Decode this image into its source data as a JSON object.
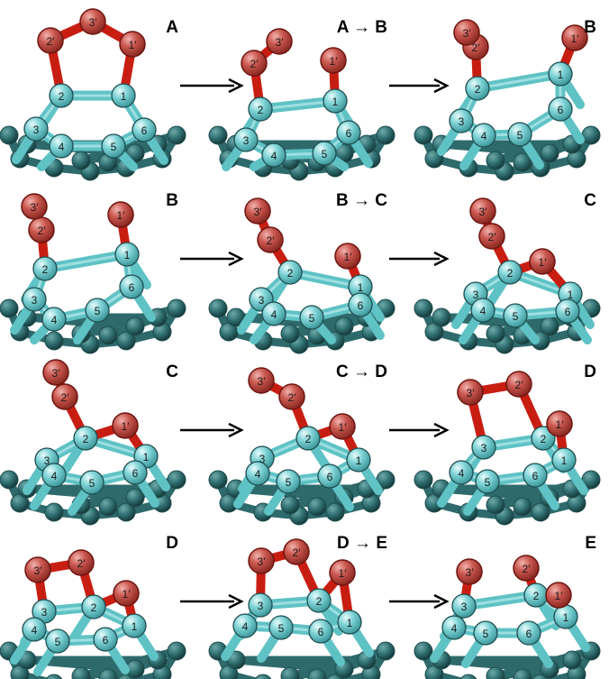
{
  "colors": {
    "carbon_fill": "#7fd3d6",
    "carbon_dark": "#2f6f71",
    "carbon_stroke": "#1f4d4f",
    "bond": "#5fc2c5",
    "bond_dark": "#2e6a6c",
    "oxygen_fill": "#c9574f",
    "oxygen_stroke": "#6e1510",
    "o_bond": "#c81e12",
    "arrow": "#000000"
  },
  "rows": [
    {
      "panels": [
        {
          "label": "A",
          "atoms": [
            "1",
            "2",
            "3",
            "4",
            "5",
            "6"
          ],
          "oxygens": [
            "1′",
            "2′",
            "3′"
          ]
        },
        {
          "label": "A → B",
          "atoms": [
            "1",
            "2",
            "3",
            "4",
            "5",
            "6"
          ],
          "oxygens": [
            "1′",
            "2′",
            "3′"
          ]
        },
        {
          "label": "B",
          "atoms": [
            "1",
            "2",
            "3",
            "4",
            "5",
            "6"
          ],
          "oxygens": [
            "1′",
            "2′",
            "3′"
          ]
        }
      ]
    },
    {
      "panels": [
        {
          "label": "B",
          "atoms": [
            "1",
            "2",
            "3",
            "4",
            "5",
            "6"
          ],
          "oxygens": [
            "1′",
            "2′",
            "3′"
          ]
        },
        {
          "label": "B → C",
          "atoms": [
            "1",
            "2",
            "3",
            "4",
            "5",
            "6"
          ],
          "oxygens": [
            "1′",
            "2′",
            "3′"
          ]
        },
        {
          "label": "C",
          "atoms": [
            "1",
            "2",
            "3",
            "4",
            "5",
            "6"
          ],
          "oxygens": [
            "1′",
            "2′",
            "3′"
          ]
        }
      ]
    },
    {
      "panels": [
        {
          "label": "C",
          "atoms": [
            "1",
            "2",
            "3",
            "4",
            "5",
            "6"
          ],
          "oxygens": [
            "1′",
            "2′",
            "3′"
          ]
        },
        {
          "label": "C → D",
          "atoms": [
            "1",
            "2",
            "3",
            "4",
            "5",
            "6"
          ],
          "oxygens": [
            "1′",
            "2′",
            "3′"
          ]
        },
        {
          "label": "D",
          "atoms": [
            "1",
            "2",
            "3",
            "4",
            "5",
            "6"
          ],
          "oxygens": [
            "1′",
            "2′",
            "3′"
          ]
        }
      ]
    },
    {
      "panels": [
        {
          "label": "D",
          "atoms": [
            "1",
            "2",
            "3",
            "4",
            "5",
            "6"
          ],
          "oxygens": [
            "1′",
            "2′",
            "3′"
          ]
        },
        {
          "label": "D → E",
          "atoms": [
            "1",
            "2",
            "3",
            "4",
            "5",
            "6"
          ],
          "oxygens": [
            "1′",
            "2′",
            "3′"
          ]
        },
        {
          "label": "E",
          "atoms": [
            "1",
            "2",
            "3",
            "4",
            "5",
            "6"
          ],
          "oxygens": [
            "1′",
            "2′",
            "3′"
          ]
        }
      ]
    }
  ]
}
